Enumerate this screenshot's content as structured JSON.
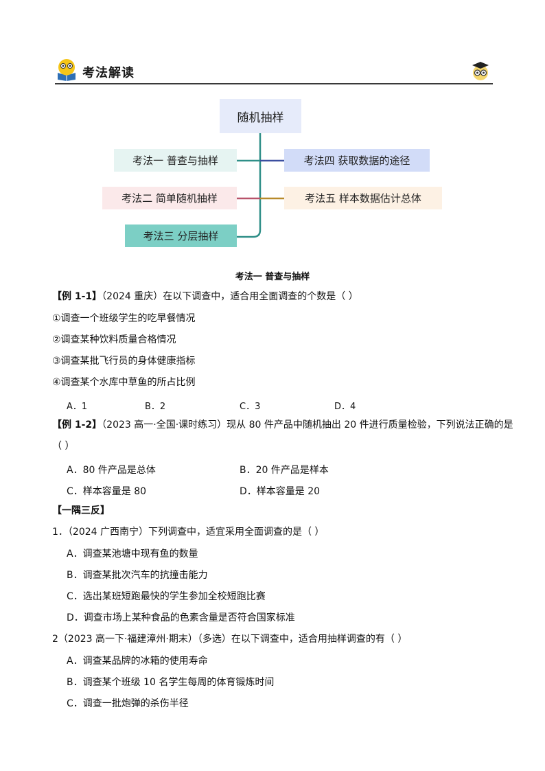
{
  "header": {
    "title": "考法解读"
  },
  "mindmap": {
    "root": "随机抽样",
    "nodes": [
      {
        "label": "考法一  普查与抽样",
        "color": "#e6f4f2",
        "line": "#2f8f88"
      },
      {
        "label": "考法二  简单随机抽样",
        "color": "#fbe9ea",
        "line": "#b8536a"
      },
      {
        "label": "考法三  分层抽样",
        "color": "#7ccfc5",
        "line": "#1f7f7a"
      },
      {
        "label": "考法四  获取数据的途径",
        "color": "#d2dcf8",
        "line": "#3b4fa0"
      },
      {
        "label": "考法五  样本数据估计总体",
        "color": "#fdf1e4",
        "line": "#b88a2a"
      }
    ]
  },
  "section_title": "考法一  普查与抽样",
  "example1": {
    "tag": "【例 1-1】",
    "text": "（2024 重庆）在以下调查中，适合用全面调查的个数是（    ）",
    "items": [
      "①调查一个班级学生的吃早餐情况",
      "②调查某种饮料质量合格情况",
      "③调查某批飞行员的身体健康指标",
      "④调查某个水库中草鱼的所占比例"
    ],
    "options": [
      "A．1",
      "B．2",
      "C．3",
      "D．4"
    ]
  },
  "example2": {
    "tag": "【例 1-2】",
    "text": "（2023 高一·全国·课时练习）现从 80 件产品中随机抽出 20 件进行质量检验，下列说法正确的是",
    "paren": "（    ）",
    "options": [
      "A．80 件产品是总体",
      "B．20 件产品是样本",
      "C．样本容量是 80",
      "D．样本容量是 20"
    ]
  },
  "practice_heading": "【一隅三反】",
  "q1": {
    "text": "1．（2024 广西南宁）下列调查中，适宜采用全面调查的是（    ）",
    "options": [
      "A．调查某池塘中现有鱼的数量",
      "B．调查某批次汽车的抗撞击能力",
      "C．选出某班短跑最快的学生参加全校短跑比赛",
      "D．调查市场上某种食品的色素含量是否符合国家标准"
    ]
  },
  "q2": {
    "text": "2（2023 高一下·福建漳州·期末）（多选）在以下调查中，适合用抽样调查的有（    ）",
    "options": [
      "A．调查某品牌的冰箱的使用寿命",
      "B．调查某个班级 10 名学生每周的体育锻炼时间",
      "C．调查一批炮弹的杀伤半径"
    ]
  }
}
